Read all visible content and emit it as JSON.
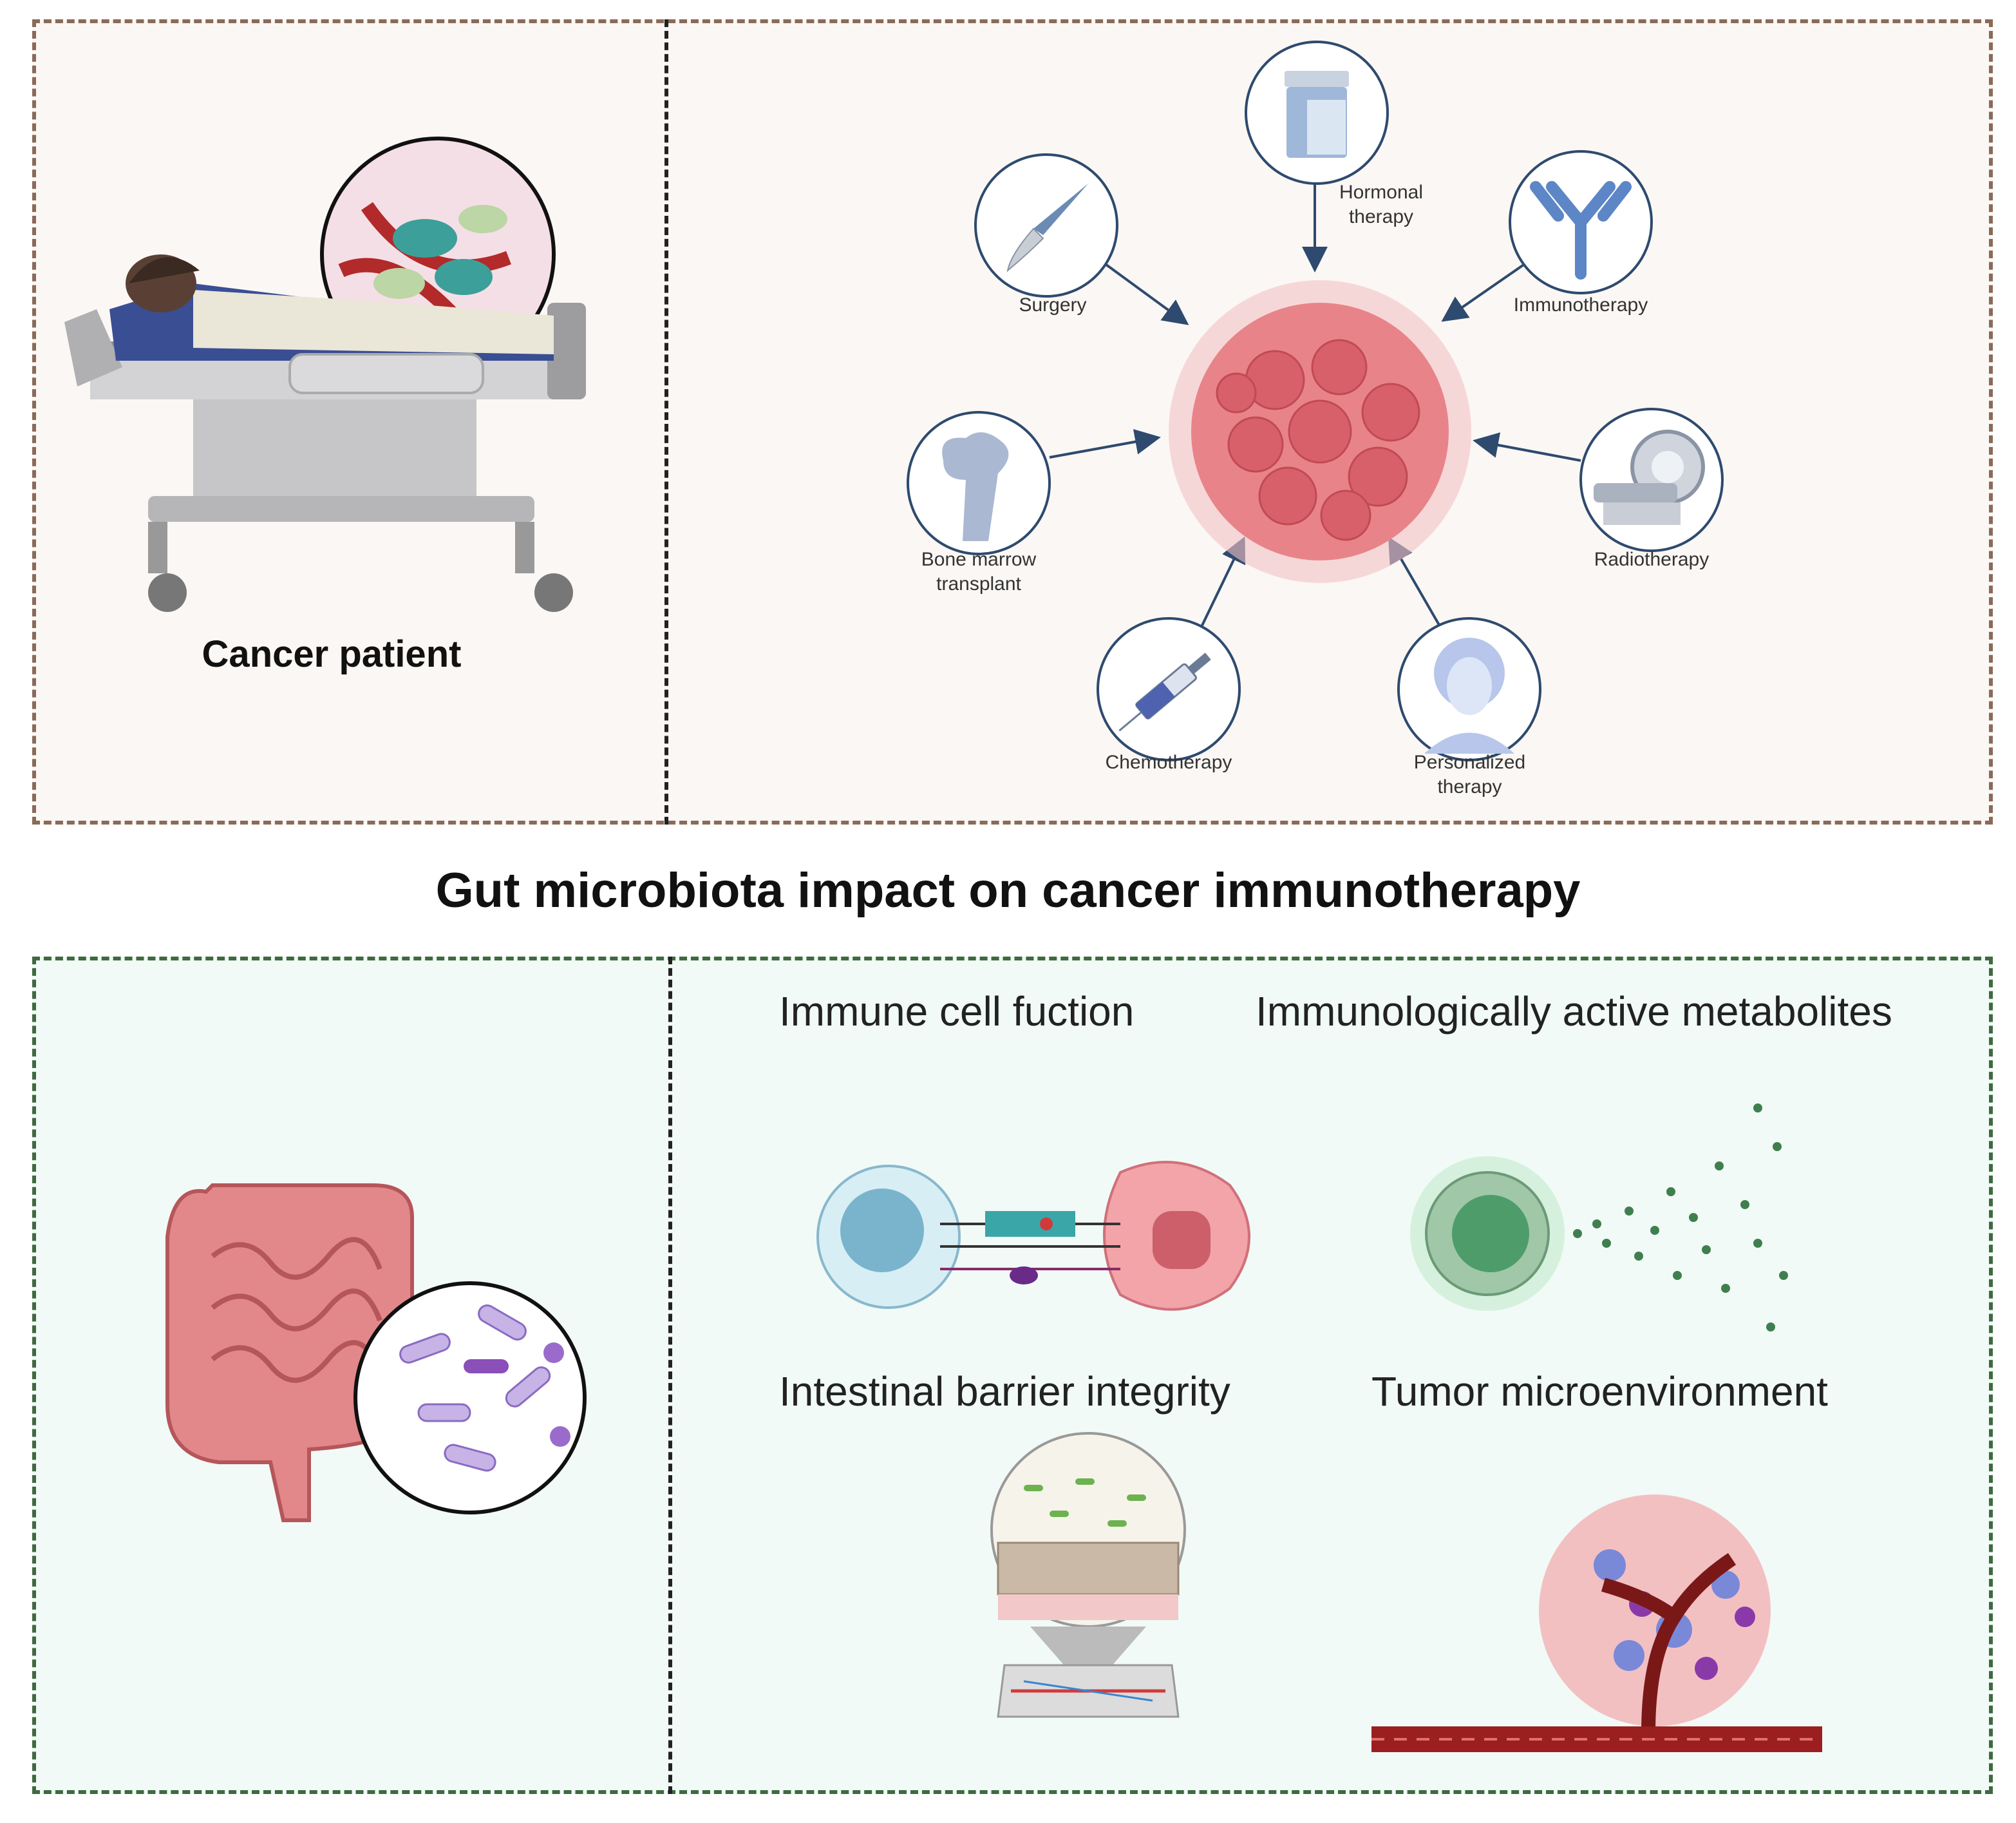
{
  "title": "Gut microbiota impact on cancer immunotherapy",
  "top_left": {
    "label": "Cancer patient"
  },
  "therapies": [
    {
      "id": "surgery",
      "label": "Surgery"
    },
    {
      "id": "hormonal",
      "label": "Hormonal therapy"
    },
    {
      "id": "immunotherapy",
      "label": "Immunotherapy"
    },
    {
      "id": "bone_marrow",
      "label": "Bone marrow transplant"
    },
    {
      "id": "radiotherapy",
      "label": "Radiotherapy"
    },
    {
      "id": "chemotherapy",
      "label": "Chemotherapy"
    },
    {
      "id": "personalized",
      "label": "Personalized therapy"
    }
  ],
  "mechanisms": {
    "immune_cell": "Immune cell fuction",
    "metabolites": "Immunologically active metabolites",
    "barrier": "Intestinal barrier integrity",
    "tme": "Tumor microenvironment"
  },
  "colors": {
    "top_bg": "#fbf7f4",
    "bottom_bg": "#f1faf7",
    "brown_border": "#8a6a58",
    "green_border": "#3f6a3f",
    "tumor": "#e8838a",
    "arrow": "#2e4a6e"
  }
}
